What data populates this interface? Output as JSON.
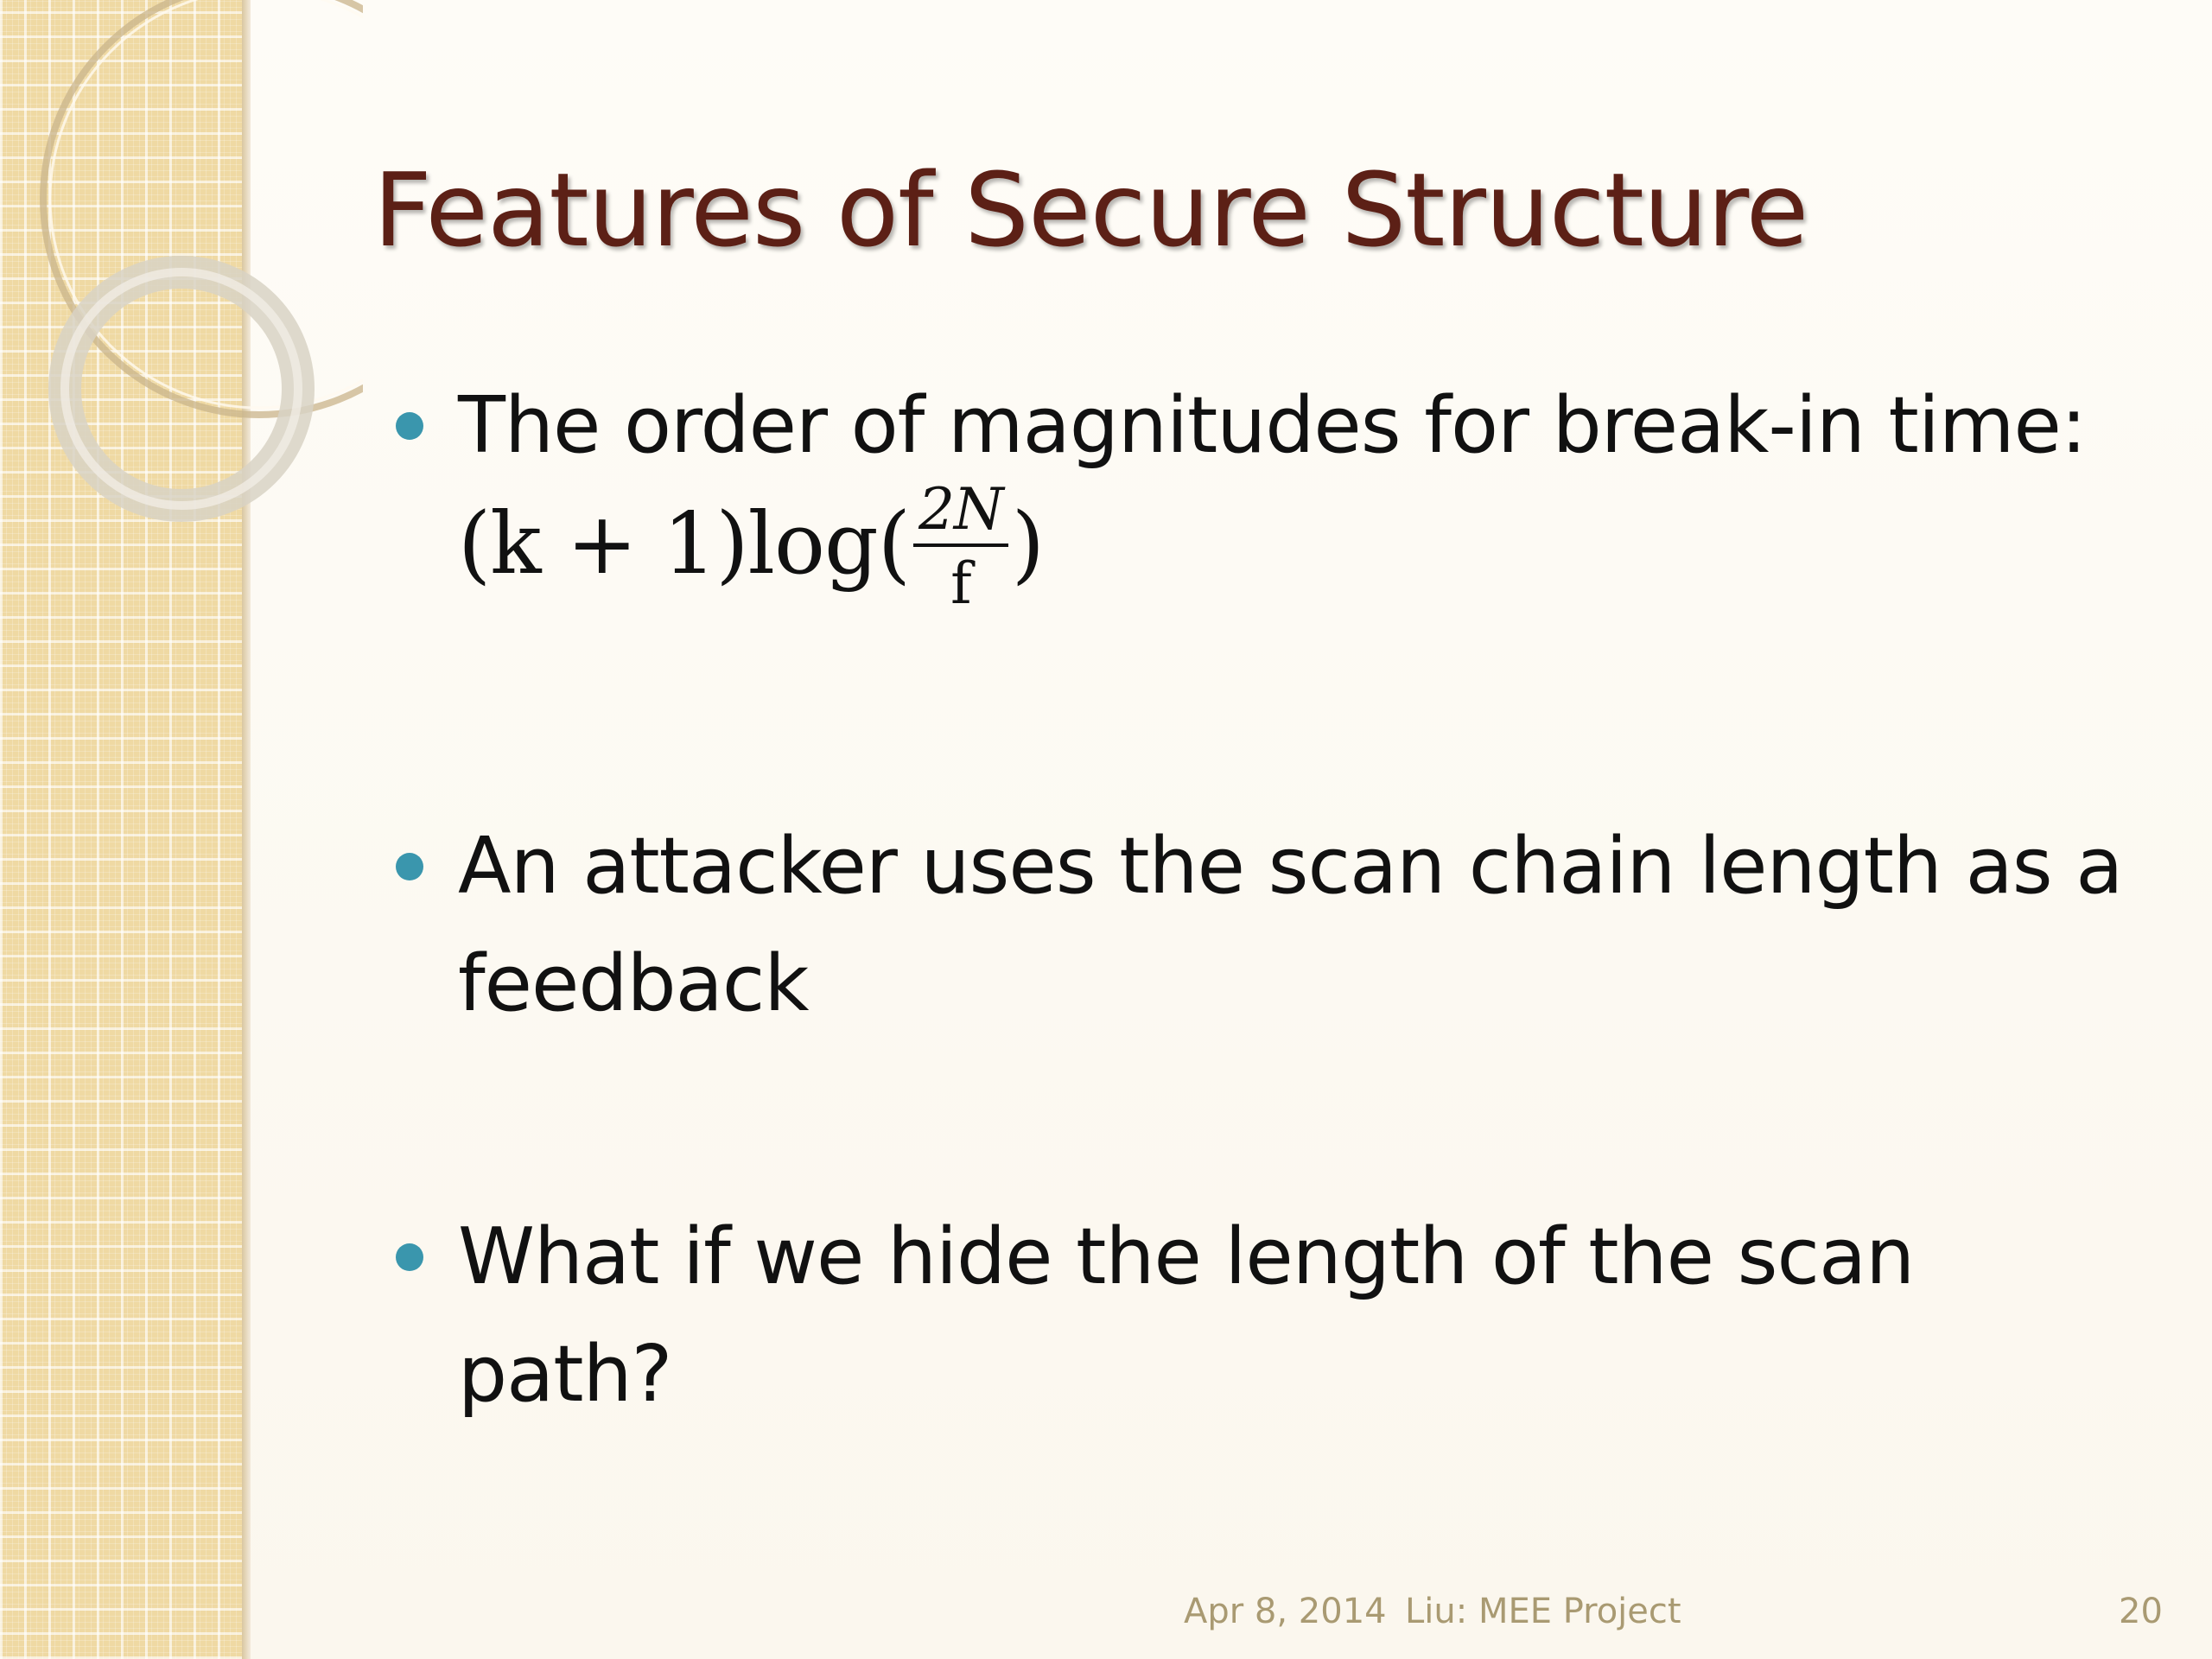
{
  "slide": {
    "title": "Features of Secure Structure",
    "bullets": [
      {
        "text": "The order of magnitudes for break-in time: ",
        "formula": {
          "prefix": "(k + 1)log(",
          "numerator": "2N",
          "denominator": "f",
          "suffix": ")"
        }
      },
      {
        "text": "An attacker uses the scan chain length as a feedback"
      },
      {
        "text": "What if we hide the length of the scan path?"
      }
    ],
    "footer": {
      "date": "Apr 8, 2014",
      "project": "Liu: MEE Project",
      "page_number": "20"
    }
  },
  "colors": {
    "title": "#5c2016",
    "bullet_dot": "#3a96ad",
    "body_text": "#111111",
    "footer_text": "#a99a72",
    "side_panel": "#efd9a3"
  }
}
